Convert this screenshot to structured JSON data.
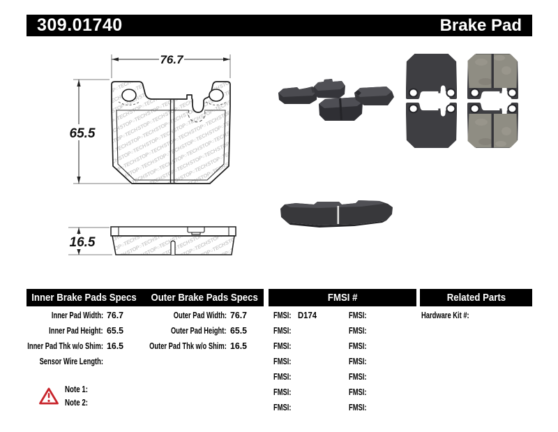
{
  "header": {
    "part_number": "309.01740",
    "product_type": "Brake Pad"
  },
  "drawing": {
    "watermark": "STOP○TECH",
    "front_view": {
      "width_label": "76.7",
      "height_label": "65.5"
    },
    "side_view": {
      "thickness_label": "16.5"
    }
  },
  "table": {
    "headers": [
      "Inner Brake Pads Specs",
      "Outer Brake Pads Specs",
      "FMSI #",
      "Related Parts"
    ],
    "inner": [
      {
        "label": "Inner Pad Width:",
        "value": "76.7"
      },
      {
        "label": "Inner Pad Height:",
        "value": "65.5"
      },
      {
        "label": "Inner Pad Thk w/o Shim:",
        "value": "16.5"
      },
      {
        "label": "Sensor Wire Length:",
        "value": ""
      }
    ],
    "outer": [
      {
        "label": "Outer Pad Width:",
        "value": "76.7"
      },
      {
        "label": "Outer Pad Height:",
        "value": "65.5"
      },
      {
        "label": "Outer Pad Thk w/o Shim:",
        "value": "16.5"
      }
    ],
    "fmsi_col1": [
      {
        "label": "FMSI:",
        "value": "D174"
      },
      {
        "label": "FMSI:",
        "value": ""
      },
      {
        "label": "FMSI:",
        "value": ""
      },
      {
        "label": "FMSI:",
        "value": ""
      },
      {
        "label": "FMSI:",
        "value": ""
      },
      {
        "label": "FMSI:",
        "value": ""
      },
      {
        "label": "FMSI:",
        "value": ""
      }
    ],
    "fmsi_col2": [
      {
        "label": "FMSI:",
        "value": ""
      },
      {
        "label": "FMSI:",
        "value": ""
      },
      {
        "label": "FMSI:",
        "value": ""
      },
      {
        "label": "FMSI:",
        "value": ""
      },
      {
        "label": "FMSI:",
        "value": ""
      },
      {
        "label": "FMSI:",
        "value": ""
      },
      {
        "label": "FMSI:",
        "value": ""
      }
    ],
    "related": [
      {
        "label": "Hardware Kit #:",
        "value": ""
      }
    ]
  },
  "notes": [
    {
      "label": "Note 1:",
      "value": ""
    },
    {
      "label": "Note 2:",
      "value": ""
    }
  ],
  "colors": {
    "header_bg": "#000000",
    "note_red": "#c8242b",
    "pad_dark": "#3e3e42",
    "pad_friction": "#8f8d83",
    "watermark_gray": "#cbcbcb"
  }
}
